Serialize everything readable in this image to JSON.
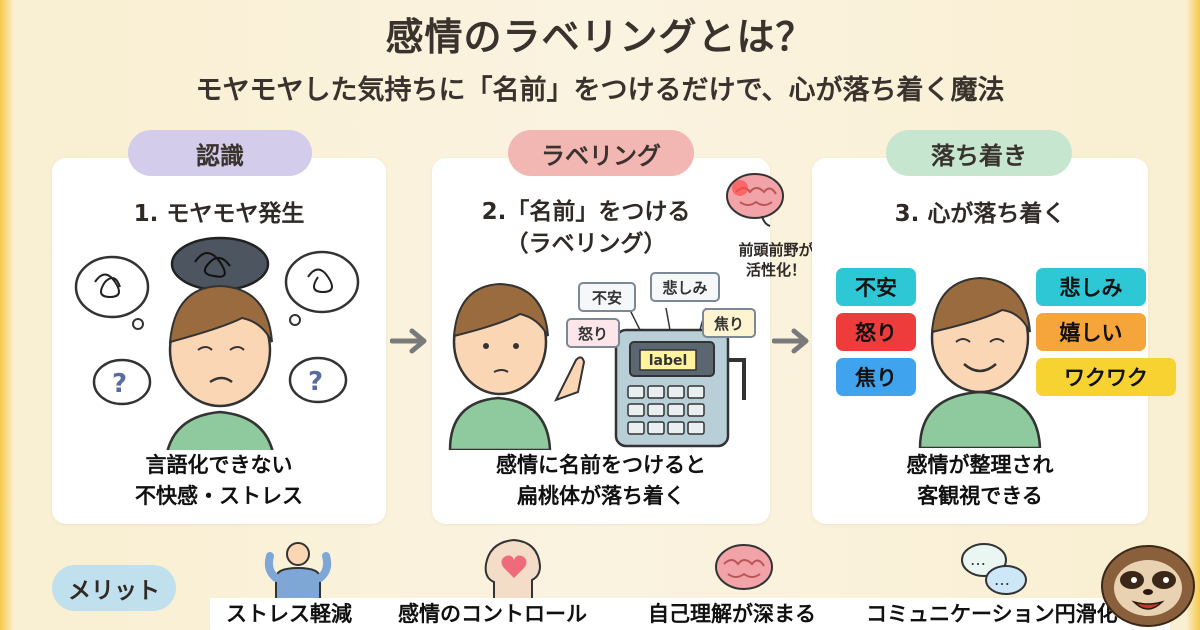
{
  "header": {
    "title": "感情のラベリングとは？",
    "subtitle": "モヤモヤした気持ちに「名前」をつけるだけで、心が落ち着く魔法"
  },
  "panels": [
    {
      "pill": "認識",
      "pill_color": "#d3ccea",
      "step": "1. モヤモヤ発生",
      "caption": [
        "言語化できない",
        "不快感・ストレス"
      ]
    },
    {
      "pill": "ラベリング",
      "pill_color": "#f3b7b3",
      "step_lines": [
        "2.「名前」をつける",
        "（ラベリング）"
      ],
      "caption": [
        "感情に名前をつけると",
        "扁桃体が落ち着く"
      ],
      "note": [
        "前頭前野が",
        "活性化！"
      ],
      "machine_tags": [
        "不安",
        "悲しみ",
        "怒り",
        "焦り"
      ],
      "machine_label": "label"
    },
    {
      "pill": "落ち着き",
      "pill_color": "#c6e6cf",
      "step": "3. 心が落ち着く",
      "caption": [
        "感情が整理され",
        "客観視できる"
      ]
    }
  ],
  "emotion_tags": [
    {
      "text": "不安",
      "color": "#2ec7d6"
    },
    {
      "text": "怒り",
      "color": "#ee3b3b"
    },
    {
      "text": "焦り",
      "color": "#3fa3ee"
    },
    {
      "text": "悲しみ",
      "color": "#2ec7d6"
    },
    {
      "text": "嬉しい",
      "color": "#f6a53a"
    },
    {
      "text": "ワクワク",
      "color": "#f7d331"
    }
  ],
  "merits": {
    "label": "メリット",
    "items": [
      "ストレス軽減",
      "感情のコントロール",
      "自己理解が深まる",
      "コミュニケーション円滑化"
    ]
  },
  "icons": [
    "thought-cloud-icon",
    "question-bubble-icon",
    "brain-icon",
    "label-maker-icon",
    "strong-person-icon",
    "heart-head-icon",
    "chat-bubbles-icon",
    "sloth-mascot-icon",
    "arrow-right-icon"
  ]
}
